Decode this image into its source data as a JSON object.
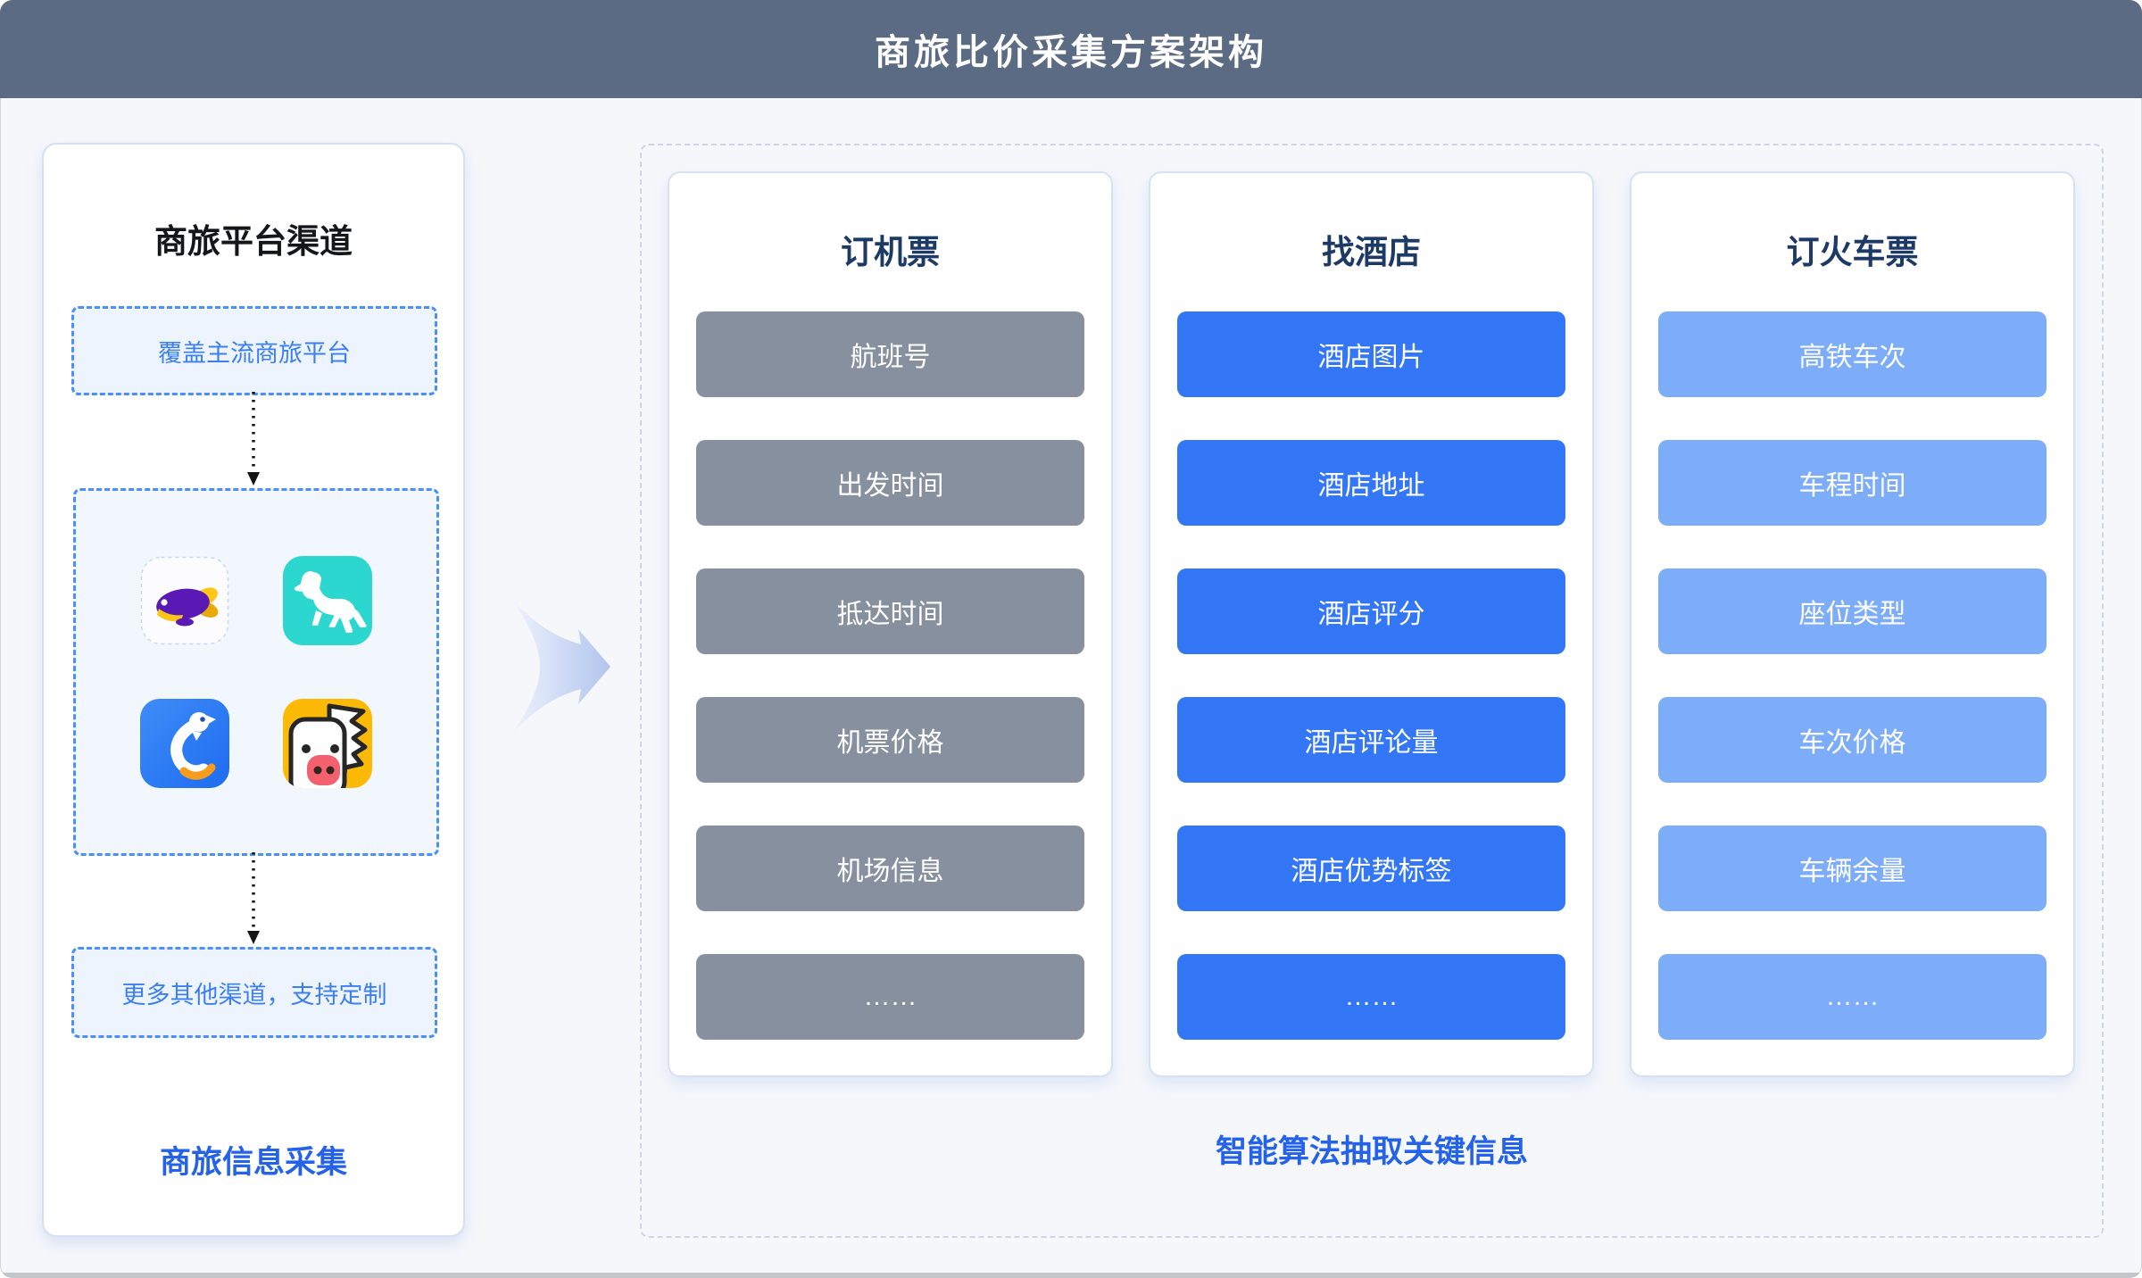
{
  "header": {
    "title": "商旅比价采集方案架构"
  },
  "left_panel": {
    "title": "商旅平台渠道",
    "top_box": "覆盖主流商旅平台",
    "app_icons": [
      "purple-whale-app-icon",
      "camel-app-icon",
      "dolphin-app-icon",
      "winged-pig-app-icon"
    ],
    "bottom_box": "更多其他渠道，支持定制",
    "caption": "商旅信息采集"
  },
  "flow_arrow_icon": "right-swoosh-arrow",
  "columns": [
    {
      "title": "订机票",
      "items": [
        "航班号",
        "出发时间",
        "抵达时间",
        "机票价格",
        "机场信息",
        "……"
      ]
    },
    {
      "title": "找酒店",
      "items": [
        "酒店图片",
        "酒店地址",
        "酒店评分",
        "酒店评论量",
        "酒店优势标签",
        "……"
      ]
    },
    {
      "title": "订火车票",
      "items": [
        "高铁车次",
        "车程时间",
        "座位类型",
        "车次价格",
        "车辆余量",
        "……"
      ]
    }
  ],
  "extract_caption": "智能算法抽取关键信息",
  "colors": {
    "header_bg": "#5b6b84",
    "page_bg": "#f5f7fb",
    "flight_item": "#87909f",
    "hotel_item": "#3377f6",
    "train_item": "#7dadf9",
    "column_title": "#1d3a66",
    "caption_blue": "#2362e9",
    "dashed_box_border": "#4a90f6",
    "dashed_box_text": "#3c7ff2",
    "region_dash": "#ccd5e5"
  }
}
